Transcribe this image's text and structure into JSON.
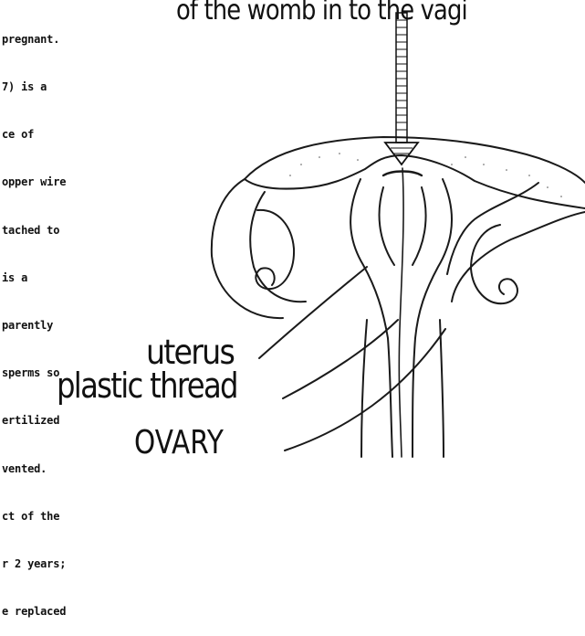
{
  "text_lines": [
    "pregnant.",
    "7) is a",
    "ce of",
    "opper wire",
    "tached to",
    "is a",
    "parently",
    "sperms so",
    "ertilized",
    "vented.",
    "ct of the",
    "r 2 years;",
    "e replaced"
  ],
  "caption": "of the womb in to the vagi",
  "labels": {
    "uterus": "uterus",
    "plastic_thread": "plastic thread",
    "ovary": "OVARY"
  }
}
